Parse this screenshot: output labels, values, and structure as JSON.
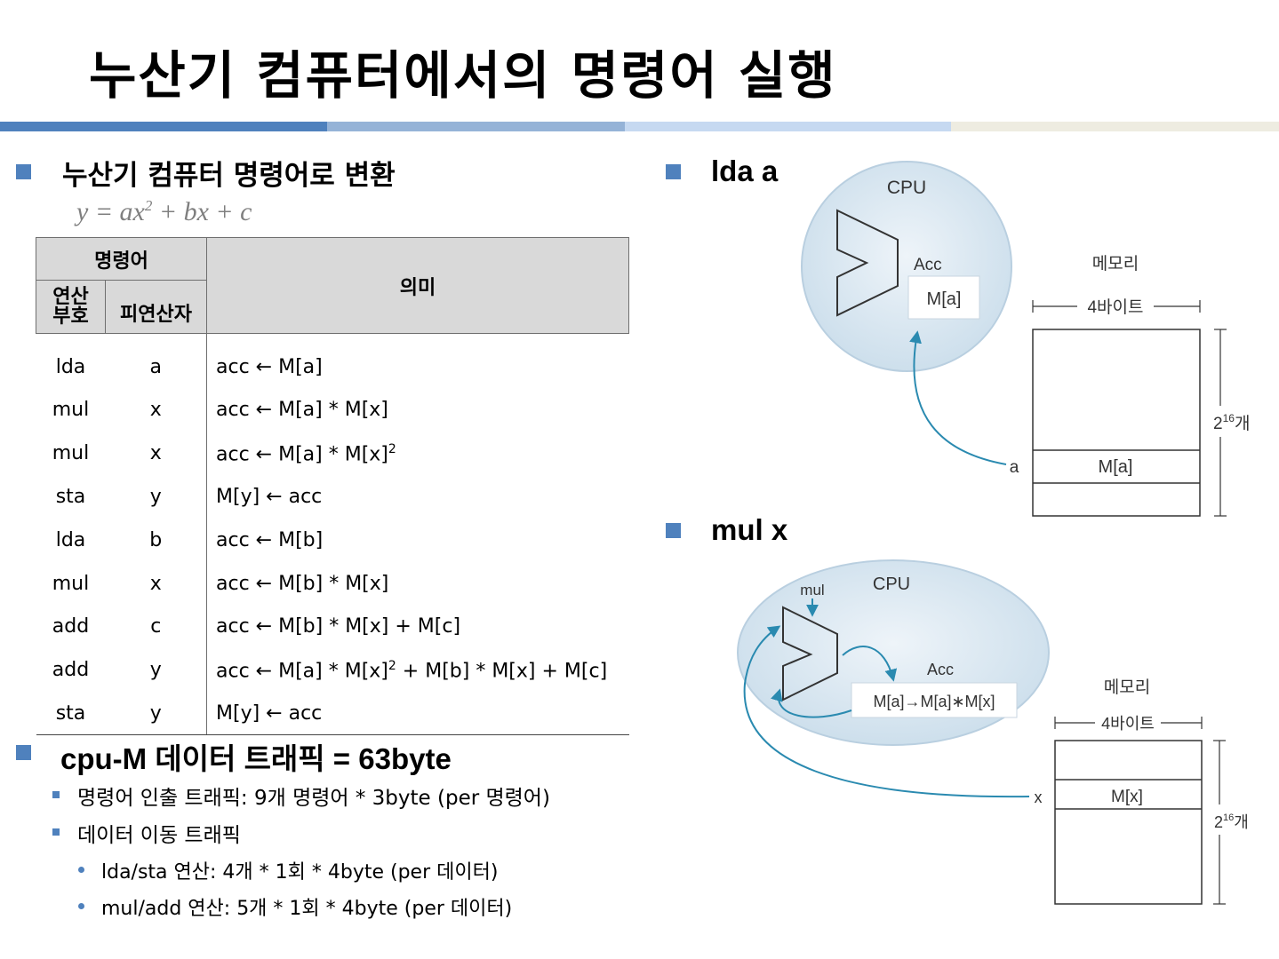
{
  "title": "누산기 컴퓨터에서의 명령어 실행",
  "left": {
    "heading": "누산기 컴퓨터 명령어로 변환",
    "formula": {
      "lhs": "y = ax",
      "sup": "2",
      "rhs": " + bx + c"
    },
    "table": {
      "header_group": "명령어",
      "col_opcode": "연산\n부호",
      "col_operand": "피연산자",
      "col_meaning": "의미",
      "rows": [
        {
          "op": "lda",
          "operand": "a",
          "meaning": "acc ← M[a]"
        },
        {
          "op": "mul",
          "operand": "x",
          "meaning": "acc ← M[a] * M[x]"
        },
        {
          "op": "mul",
          "operand": "x",
          "meaning": "acc ← M[a] * M[x]",
          "sup": "2"
        },
        {
          "op": "sta",
          "operand": "y",
          "meaning": "M[y] ← acc"
        },
        {
          "op": "lda",
          "operand": "b",
          "meaning": "acc ← M[b]"
        },
        {
          "op": "mul",
          "operand": "x",
          "meaning": "acc ← M[b] * M[x]"
        },
        {
          "op": "add",
          "operand": "c",
          "meaning": "acc ← M[b] * M[x] + M[c]"
        },
        {
          "op": "add",
          "operand": "y",
          "meaning": "acc ← M[a] * M[x]",
          "sup": "2",
          "meaning_tail": " + M[b] * M[x] + M[c]"
        },
        {
          "op": "sta",
          "operand": "y",
          "meaning": "M[y] ← acc"
        }
      ]
    },
    "traffic_heading": "cpu-M 데이터 트래픽 = 63byte",
    "traffic_items": [
      {
        "text": "명령어 인출 트래픽: 9개 명령어 * 3byte (per 명령어)",
        "level": 1
      },
      {
        "text": "데이터 이동 트래픽",
        "level": 1
      },
      {
        "text": "lda/sta 연산: 4개 * 1회 * 4byte (per 데이터)",
        "level": 2
      },
      {
        "text": "mul/add 연산: 5개 * 1회 * 4byte (per 데이터)",
        "level": 2
      }
    ]
  },
  "right": {
    "diagram1": {
      "heading": "lda a",
      "cpu_label": "CPU",
      "acc_label": "Acc",
      "acc_value": "M[a]",
      "memory_label": "메모리",
      "width_label": "4바이트",
      "size_label": "2",
      "size_sup": "16",
      "size_suffix": "개",
      "cell_label": "M[a]",
      "addr_label": "a"
    },
    "diagram2": {
      "heading": "mul x",
      "cpu_label": "CPU",
      "op_label": "mul",
      "acc_label": "Acc",
      "acc_value": "M[a]→M[a]∗M[x]",
      "memory_label": "메모리",
      "width_label": "4바이트",
      "size_label": "2",
      "size_sup": "16",
      "size_suffix": "개",
      "cell_label": "M[x]",
      "addr_label": "x"
    }
  },
  "colors": {
    "accent": "#4f81bd",
    "arrow": "#2a8ab0",
    "cpu_fill": "#dbe8f2",
    "table_header": "#d9d9d9"
  }
}
